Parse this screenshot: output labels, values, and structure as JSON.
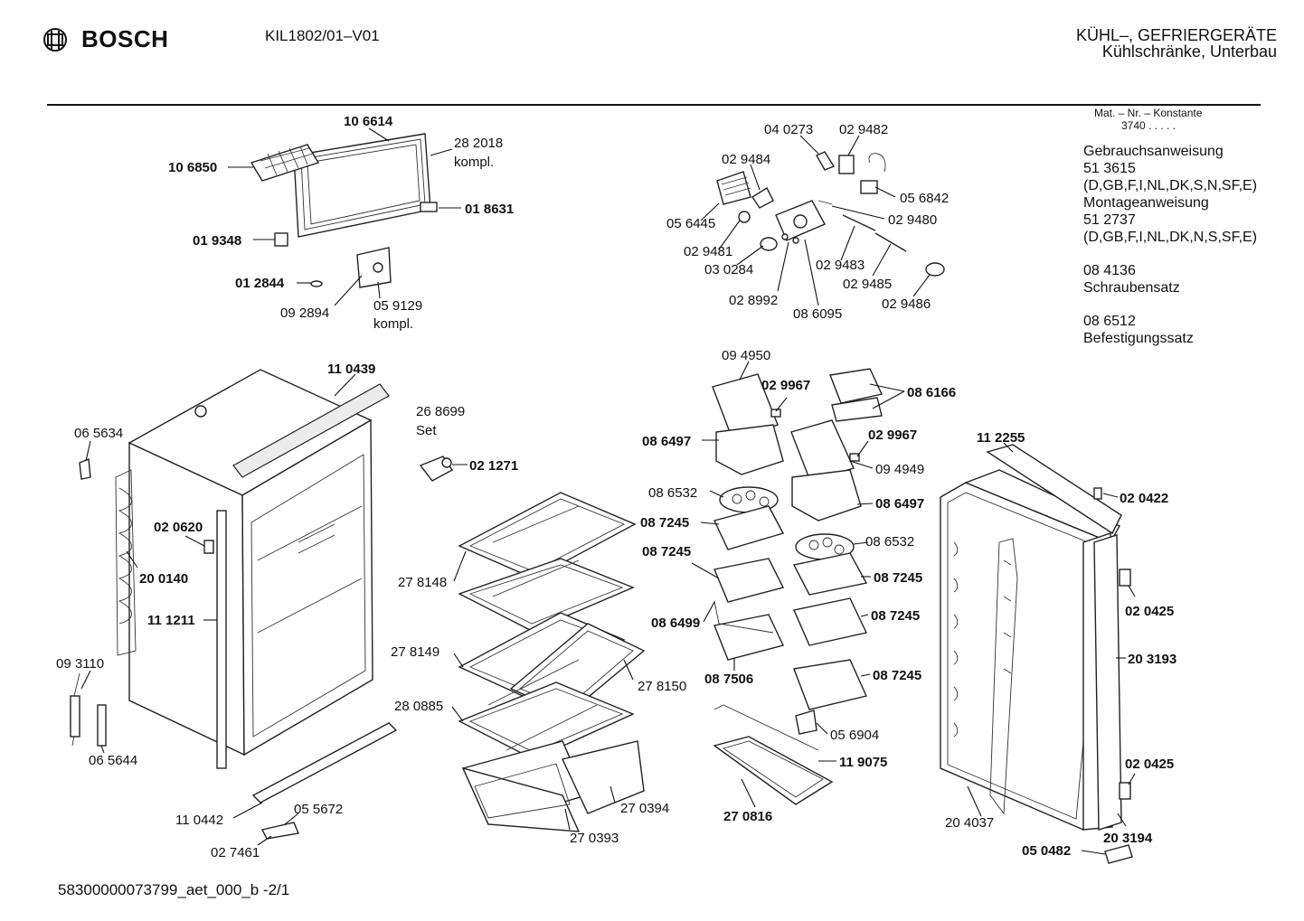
{
  "header": {
    "brand": "BOSCH",
    "model": "KIL1802/01–V01",
    "category": "KÜHL–, GEFRIERGERÄTE",
    "subcategory": "Kühlschränke, Unterbau"
  },
  "sidebar": {
    "mat_label": "Mat. – Nr. – Konstante",
    "mat_value": "3740 . . . . .",
    "docs": [
      {
        "title": "Gebrauchsanweisung",
        "number": "51 3615",
        "langs": "(D,GB,F,I,NL,DK,S,N,SF,E)"
      },
      {
        "title": "Montageanweisung",
        "number": "51 2737",
        "langs": "(D,GB,F,I,NL,DK,N,S,SF,E)"
      }
    ],
    "kits": [
      {
        "number": "08 4136",
        "title": "Schraubensatz"
      },
      {
        "number": "08 6512",
        "title": "Befestigungssatz"
      }
    ]
  },
  "footer": {
    "doc_id": "58300000073799_aet_000_b  -2/1"
  },
  "parts": {
    "p1": "10 6614",
    "p2": "10 6850",
    "p3": "28 2018",
    "p3b": "kompl.",
    "p4": "01 8631",
    "p5": "01 9348",
    "p6": "01 2844",
    "p7": "09 2894",
    "p8": "05 9129",
    "p8b": "kompl.",
    "p9": "04 0273",
    "p10": "02 9482",
    "p11": "02 9484",
    "p12": "05 6842",
    "p13": "05 6445",
    "p14": "02 9480",
    "p15": "02 9481",
    "p16": "03 0284",
    "p17": "02 9483",
    "p18": "02 9485",
    "p19": "02 8992",
    "p20": "08 6095",
    "p21": "02 9486",
    "p22": "11 0439",
    "p23": "06 5634",
    "p24": "26 8699",
    "p24b": "Set",
    "p25": "02 1271",
    "p26": "02 0620",
    "p27": "20 0140",
    "p28": "11 1211",
    "p29": "09 3110",
    "p30": "06 5644",
    "p31": "11 0442",
    "p32": "05 5672",
    "p33": "02 7461",
    "p34": "27 8148",
    "p35": "27 8149",
    "p36": "27 8150",
    "p37": "28 0885",
    "p38": "27 0394",
    "p39": "27 0393",
    "p40": "09 4950",
    "p41": "02 9967",
    "p42": "08 6166",
    "p43": "08 6497",
    "p44": "02 9967",
    "p45": "09 4949",
    "p46": "08 6532",
    "p47": "08 7245",
    "p48": "08 6497",
    "p49": "08 7245",
    "p50": "08 6532",
    "p51": "08 7245",
    "p52": "08 6499",
    "p53": "08 7245",
    "p54": "08 7506",
    "p55": "08 7245",
    "p56": "05 6904",
    "p57": "11 9075",
    "p58": "27 0816",
    "p59": "11 2255",
    "p60": "02 0422",
    "p61": "02 0425",
    "p62": "20 3193",
    "p63": "02 0425",
    "p64": "20 4037",
    "p65": "20 3194",
    "p66": "05 0482"
  }
}
